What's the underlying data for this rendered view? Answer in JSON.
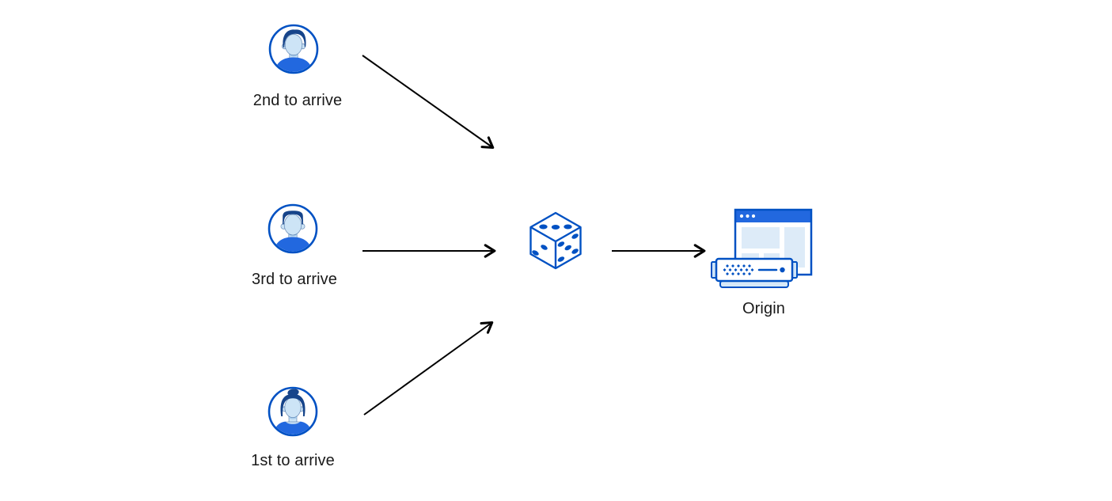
{
  "diagram": {
    "clients": [
      {
        "label": "2nd to arrive",
        "icon": "user-avatar-man-swept-hair-icon"
      },
      {
        "label": "3rd to arrive",
        "icon": "user-avatar-man-short-hair-icon"
      },
      {
        "label": "1st to arrive",
        "icon": "user-avatar-woman-bun-icon"
      }
    ],
    "steering": {
      "icon": "dice-icon"
    },
    "origin": {
      "label": "Origin",
      "icon": "origin-server-icon"
    },
    "edges": [
      {
        "from": "2nd to arrive",
        "to": "dice"
      },
      {
        "from": "3rd to arrive",
        "to": "dice"
      },
      {
        "from": "1st to arrive",
        "to": "dice"
      },
      {
        "from": "dice",
        "to": "Origin"
      }
    ]
  },
  "colors": {
    "outline_blue": "#0051c3",
    "mid_blue": "#2268df",
    "hair_navy": "#16448a",
    "face_blue": "#cde4f6",
    "panel_blue": "#ddebf8",
    "ear_blue": "#cfe5f7",
    "server_base_blue": "#d7e9f8",
    "arrow_black": "#000000",
    "text_black": "#1a1a1a",
    "background_white": "#ffffff"
  }
}
